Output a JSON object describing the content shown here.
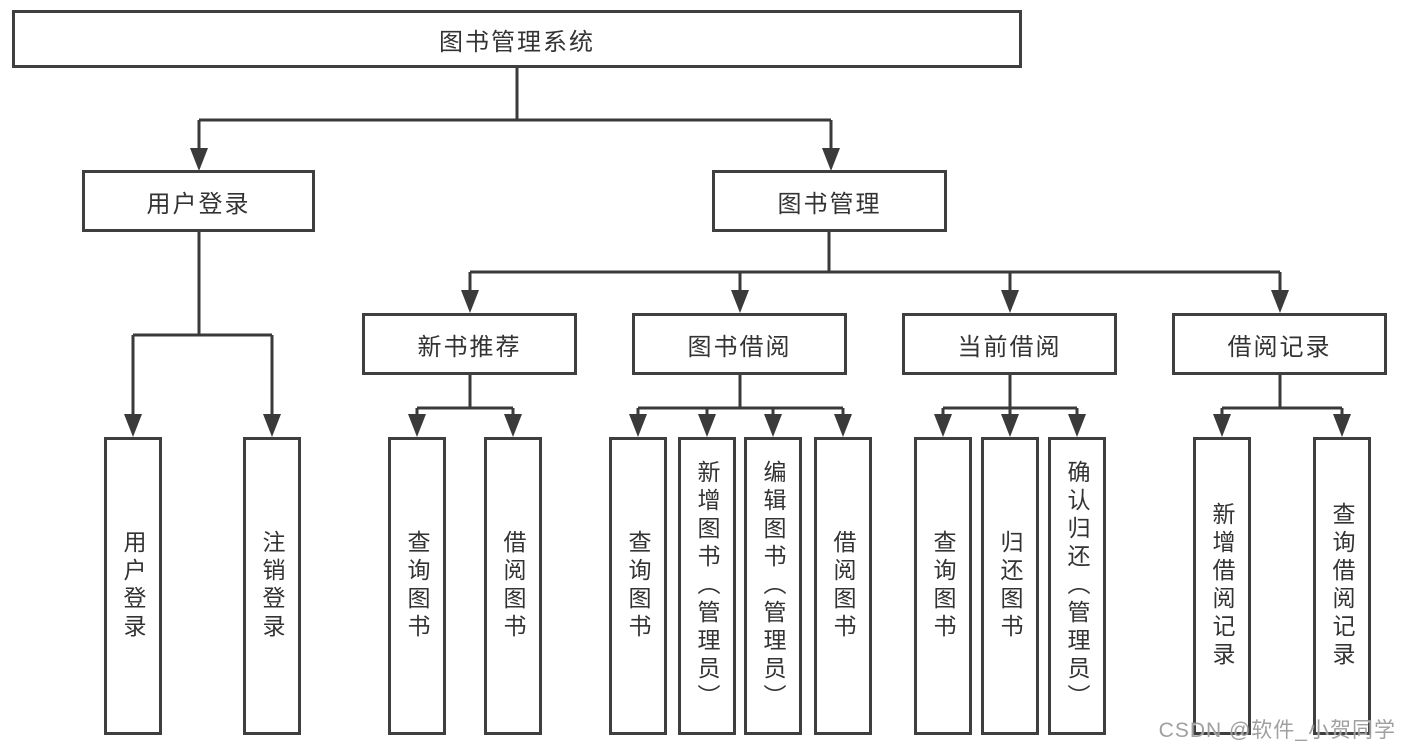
{
  "org": {
    "root": "图书管理系统",
    "user_login": {
      "label": "用户登录",
      "leaves": [
        "用户登录",
        "注销登录"
      ]
    },
    "book_mgmt": {
      "label": "图书管理",
      "sections": [
        {
          "label": "新书推荐",
          "leaves": [
            "查询图书",
            "借阅图书"
          ]
        },
        {
          "label": "图书借阅",
          "leaves": [
            "查询图书",
            "新增图书（管理员）",
            "编辑图书（管理员）",
            "借阅图书"
          ]
        },
        {
          "label": "当前借阅",
          "leaves": [
            "查询图书",
            "归还图书",
            "确认归还（管理员）"
          ]
        },
        {
          "label": "借阅记录",
          "leaves": [
            "新增借阅记录",
            "查询借阅记录"
          ]
        }
      ]
    }
  },
  "watermark": "CSDN @软件_小贺同学",
  "colors": {
    "line": "#3a3a3a",
    "box_border": "#3f3f3f",
    "text": "#333333",
    "watermark": "#969696",
    "background": "#ffffff"
  }
}
